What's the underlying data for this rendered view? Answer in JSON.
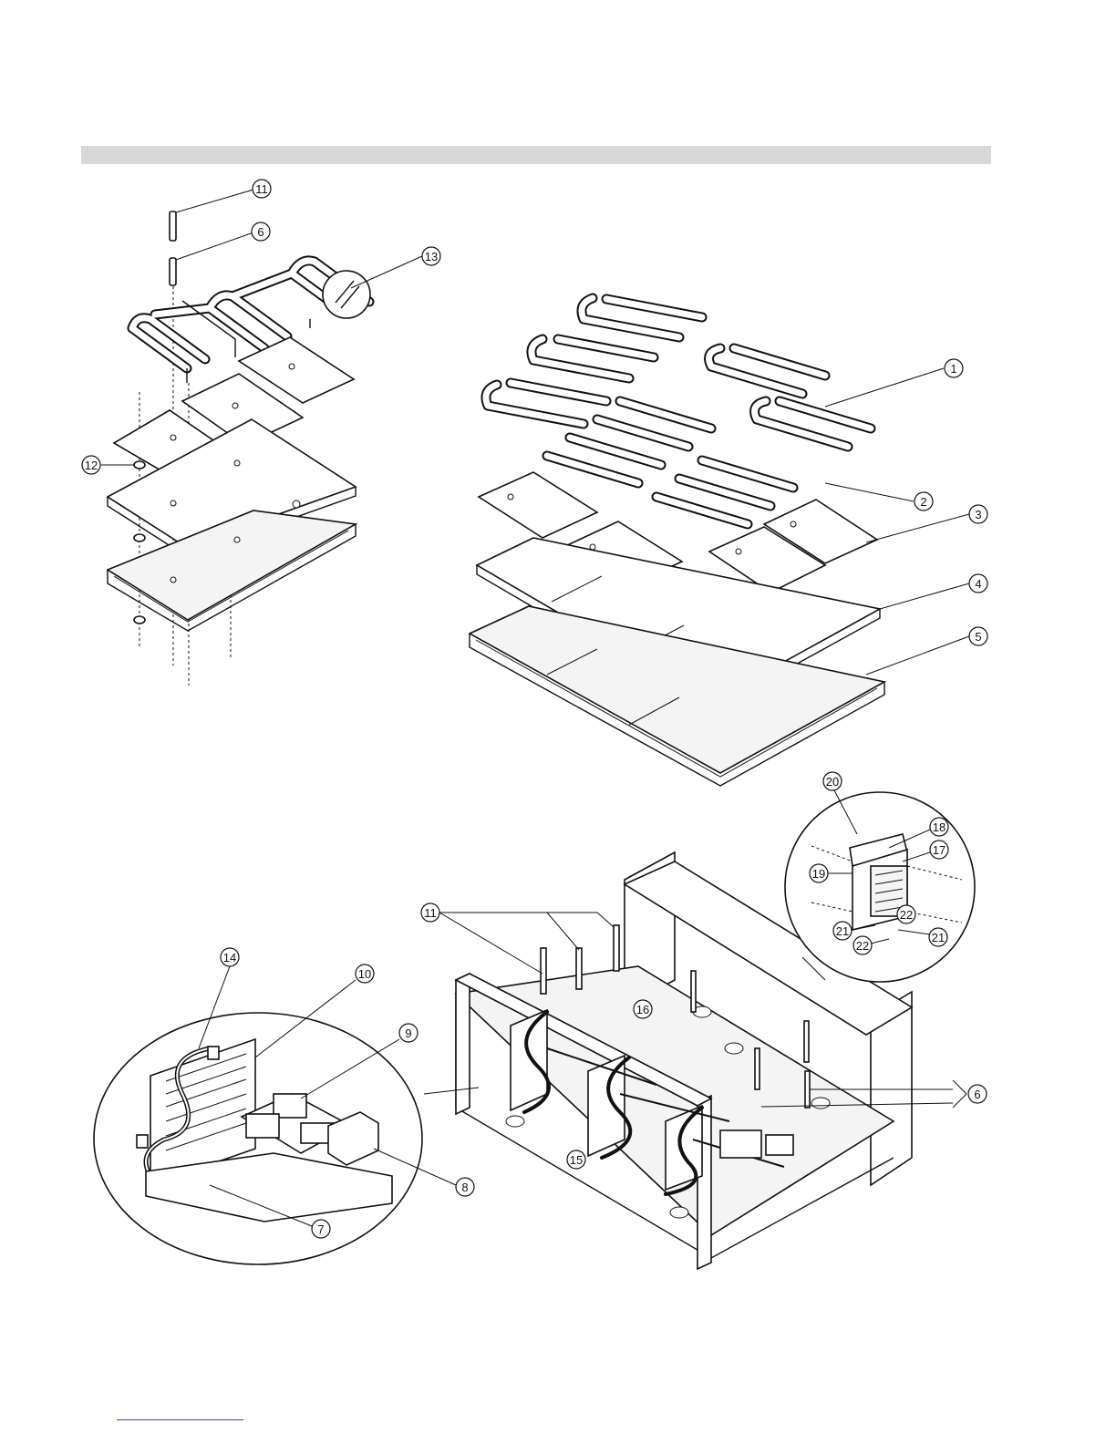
{
  "callouts": {
    "c1": "1",
    "c2": "2",
    "c3": "3",
    "c4": "4",
    "c5": "5",
    "c6a": "6",
    "c6b": "6",
    "c7": "7",
    "c8": "8",
    "c9": "9",
    "c10": "10",
    "c11a": "11",
    "c11b": "11",
    "c12": "12",
    "c13": "13",
    "c14": "14",
    "c15": "15",
    "c16": "16",
    "c17": "17",
    "c18": "18",
    "c19": "19",
    "c20": "20",
    "c21a": "21",
    "c21b": "21",
    "c22a": "22",
    "c22b": "22"
  },
  "colors": {
    "header_bar": "#d8d8d8",
    "footer_line": "#3b3bd6",
    "ink": "#111111"
  }
}
